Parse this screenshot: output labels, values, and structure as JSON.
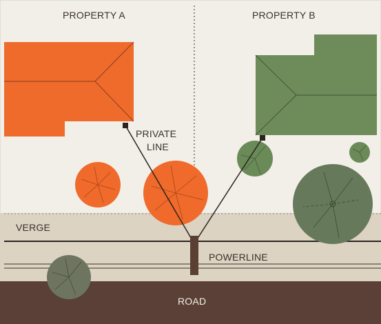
{
  "labels": {
    "property_a": "PROPERTY A",
    "property_b": "PROPERTY B",
    "private_line_1": "PRIVATE",
    "private_line_2": "LINE",
    "verge": "VERGE",
    "powerline": "POWERLINE",
    "road": "ROAD"
  },
  "colors": {
    "background": "#f2efe9",
    "property_a_roof": "#ee6b2c",
    "property_b_roof": "#6e8c5a",
    "verge": "#ddd3c2",
    "road": "#5b4037",
    "pole": "#5a3f33",
    "tree_orange": "#ef6a2b",
    "tree_green": "#6a8a58",
    "tree_green_dark": "#67795b"
  }
}
